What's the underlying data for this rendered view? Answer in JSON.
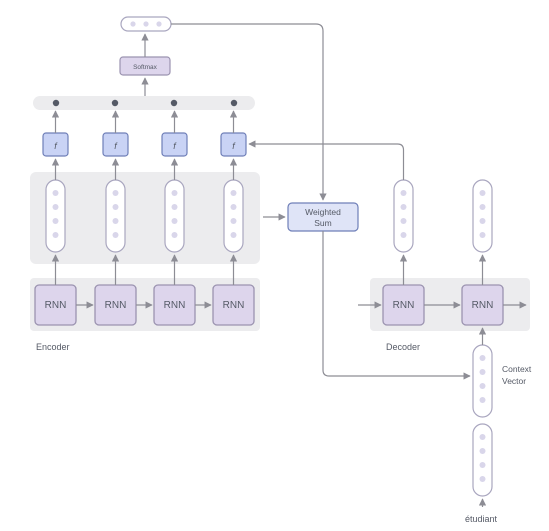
{
  "labels": {
    "softmax": "Softmax",
    "f": "f",
    "rnn": "RNN",
    "weighted_sum_line1": "Weighted",
    "weighted_sum_line2": "Sum",
    "encoder": "Encoder",
    "decoder": "Decoder",
    "context_line1": "Context",
    "context_line2": "Vector",
    "input_word": "étudiant"
  },
  "colors": {
    "panel": "#ececee",
    "rnn_fill": "#ddd5ec",
    "rnn_border": "#9b93b0",
    "f_fill": "#c9d3f5",
    "f_border": "#6f7fb8",
    "vector_border": "#a9a6bf",
    "vector_dot": "#d9d6ea",
    "arrow": "#8d8d95",
    "text": "#555a66"
  },
  "icons": {
    "arrow": "arrow-icon",
    "vector": "vector-cells-icon"
  }
}
